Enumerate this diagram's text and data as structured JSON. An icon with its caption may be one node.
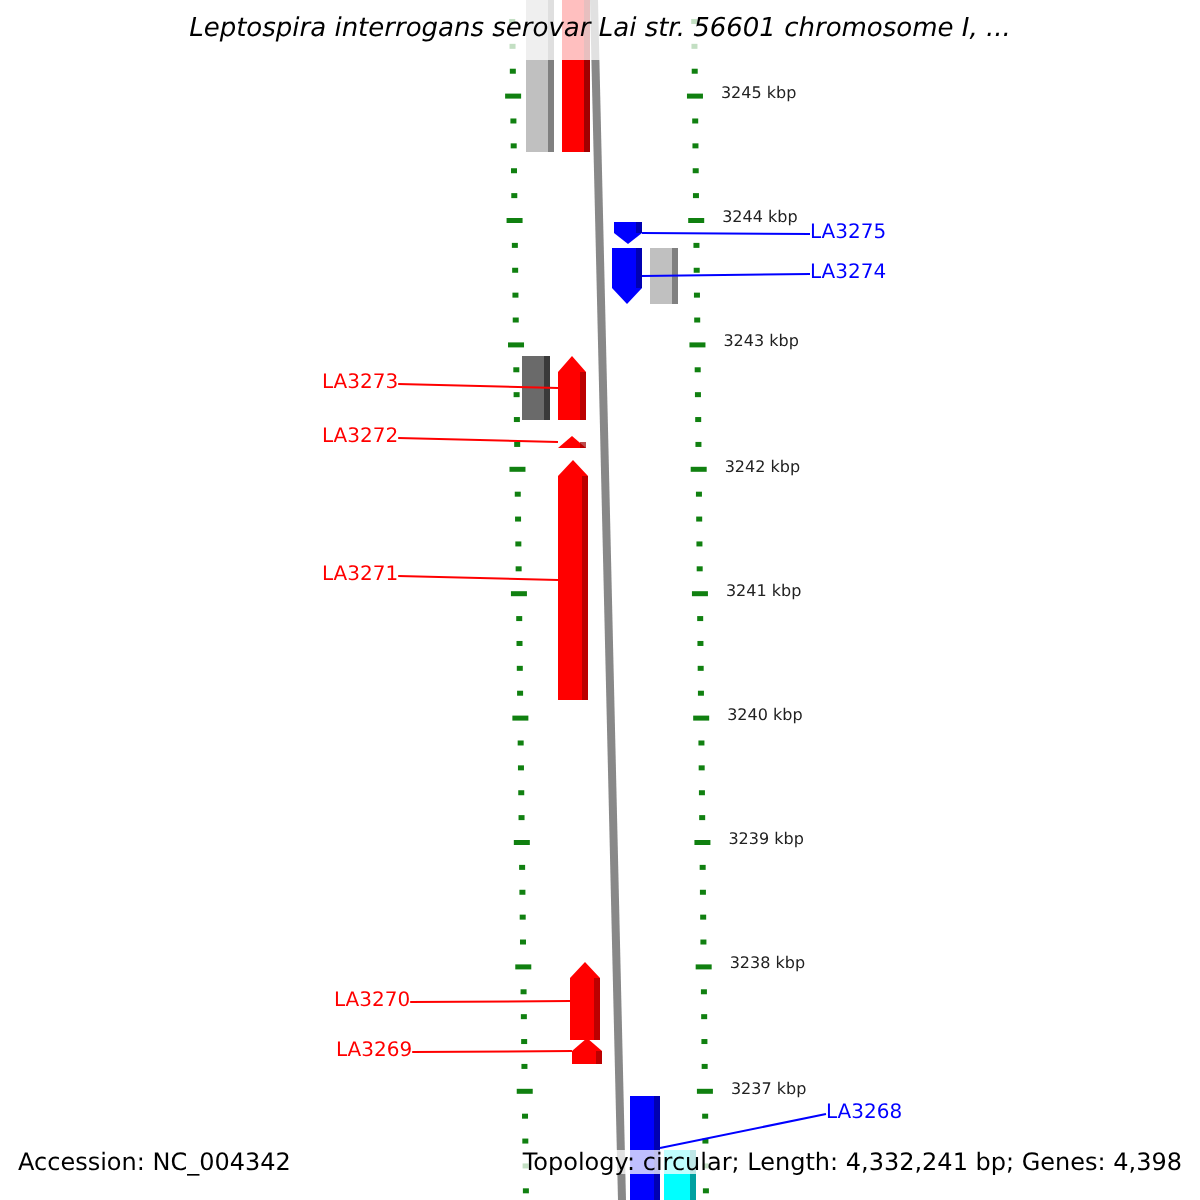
{
  "diagram": {
    "title": "Leptospira interrogans serovar Lai str. 56601 chromosome I, ...",
    "nodes": [
      {
        "text": [
          "LA3275"
        ]
      },
      {
        "text": [
          "LA3274"
        ]
      },
      {
        "text": [
          "LA3273"
        ]
      },
      {
        "text": [
          "LA3272"
        ]
      },
      {
        "text": [
          "LA3271"
        ]
      },
      {
        "text": [
          "LA3270"
        ]
      },
      {
        "text": [
          "LA3269"
        ]
      },
      {
        "text": [
          "LA3268"
        ]
      },
      {
        "text": [],
        "shape": "arrow"
      },
      {
        "text": [],
        "shape": "arrow"
      },
      {
        "text": [],
        "shape": "arrow"
      },
      {
        "text": [],
        "shape": "arrow"
      },
      {
        "text": [],
        "shape": "arrow"
      },
      {
        "text": [],
        "shape": "arrow"
      },
      {
        "text": [],
        "shape": "arrow"
      },
      {
        "text": [],
        "shape": "bar"
      }
    ],
    "edges": [
      {
        "from": 0,
        "to": 8,
        "arrow": "none",
        "color": "#0000ff"
      },
      {
        "from": 1,
        "to": 9,
        "arrow": "none",
        "color": "#0000ff"
      },
      {
        "from": 2,
        "to": 10,
        "arrow": "none"
      },
      {
        "from": 3,
        "to": 11,
        "arrow": "none"
      },
      {
        "from": 4,
        "to": 12,
        "arrow": "none"
      },
      {
        "from": 5,
        "to": 13,
        "arrow": "none"
      },
      {
        "from": 6,
        "to": 14,
        "arrow": "none"
      },
      {
        "from": 7,
        "to": 15,
        "arrow": "none",
        "color": "#0000ff"
      }
    ],
    "labels": [
      "3245 kbp",
      "3244 kbp",
      "3243 kbp",
      "3242 kbp",
      "3241 kbp",
      "3240 kbp",
      "3239 kbp",
      "3238 kbp",
      "3237 kbp",
      "Accession: NC_004342",
      "Topology: circular; Length: 4,332,241 bp; Genes: 4,398"
    ]
  }
}
